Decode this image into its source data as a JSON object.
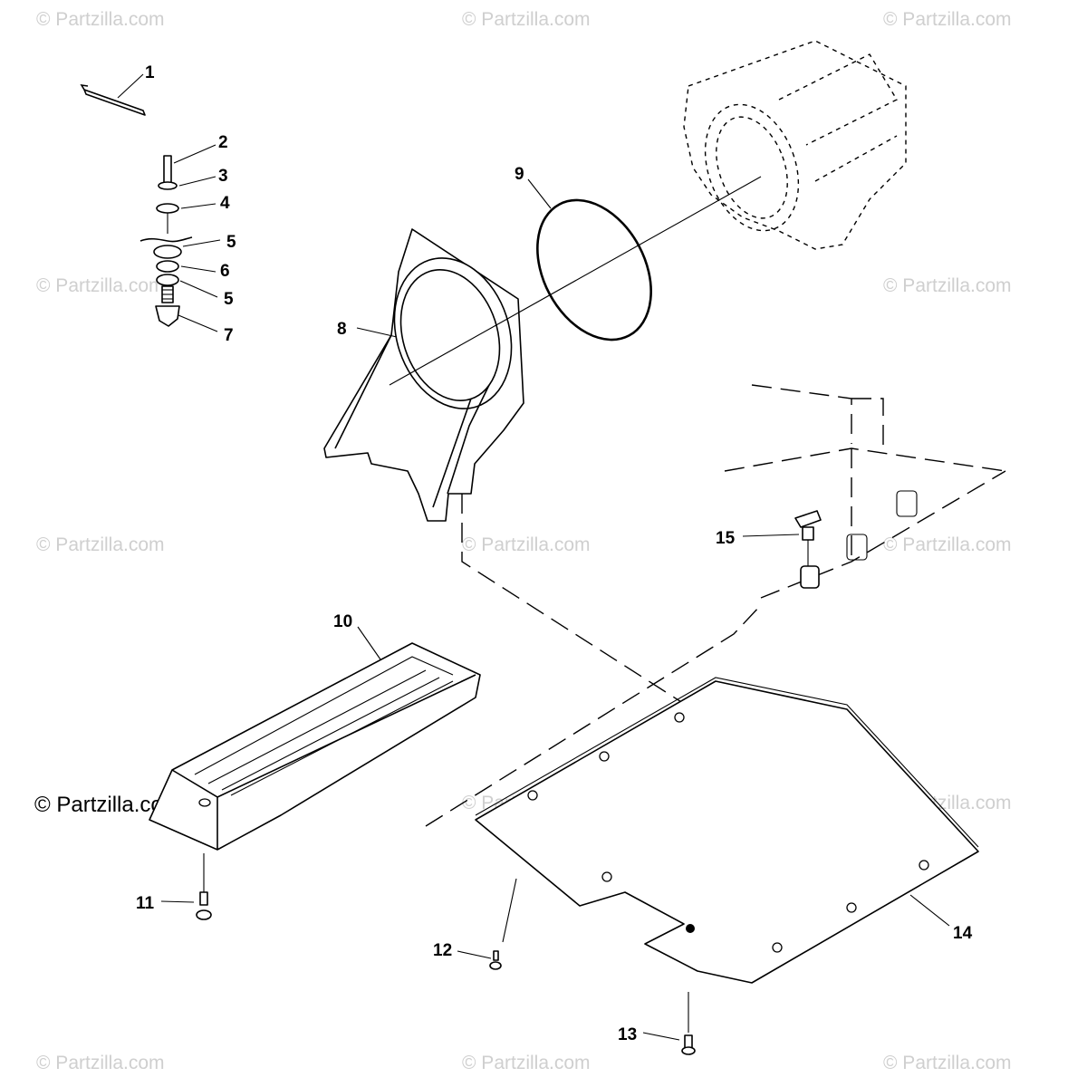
{
  "watermark": {
    "text": "© Partzilla.com",
    "main_text": "© Partzilla.com"
  },
  "callouts": {
    "c1": "1",
    "c2": "2",
    "c3": "3",
    "c4": "4",
    "c5a": "5",
    "c6": "6",
    "c5b": "5",
    "c7": "7",
    "c8": "8",
    "c9": "9",
    "c10": "10",
    "c11": "11",
    "c12": "12",
    "c13": "13",
    "c14": "14",
    "c15": "15"
  }
}
